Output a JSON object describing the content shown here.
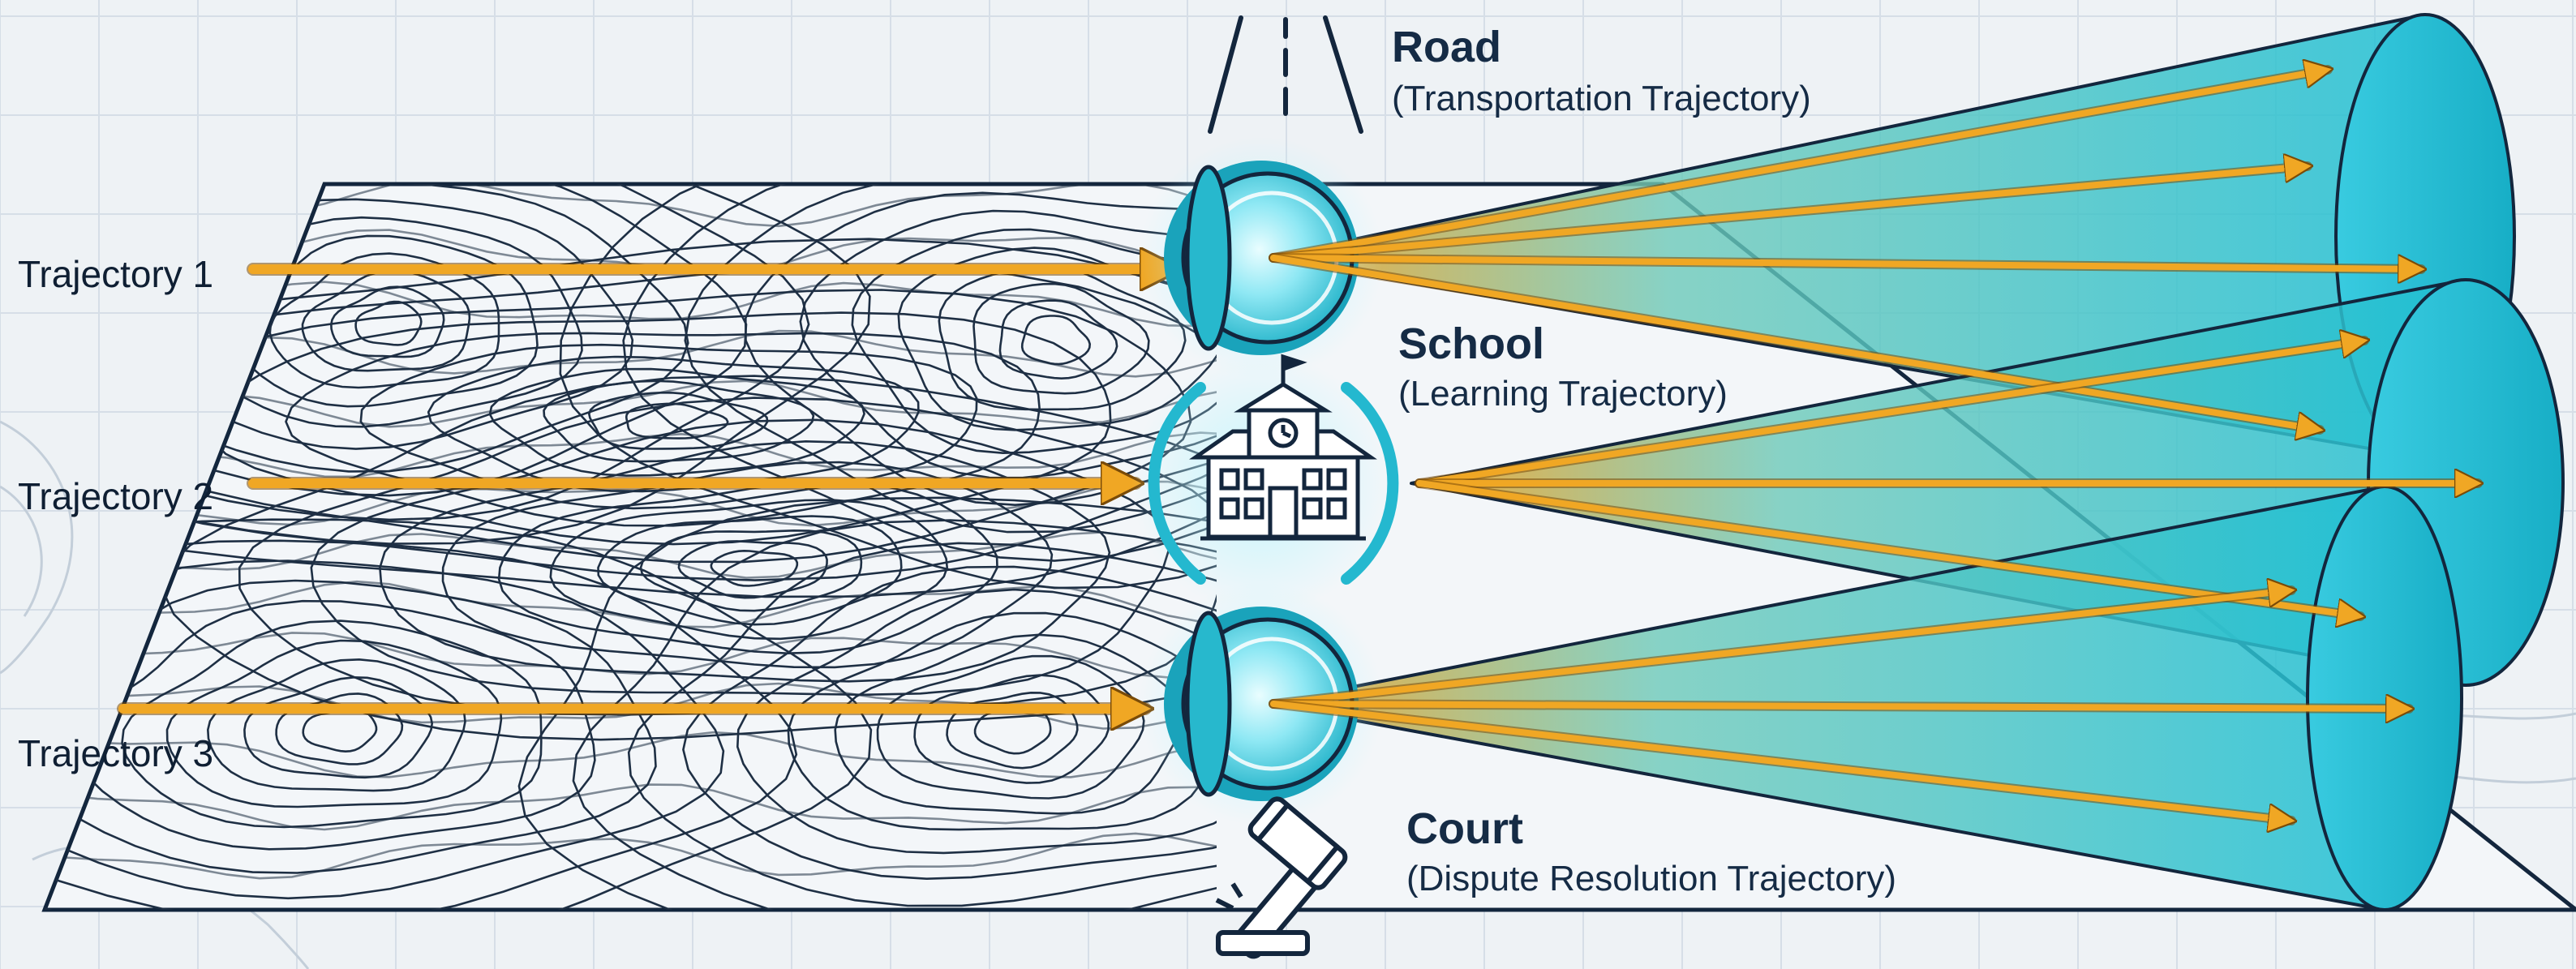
{
  "trajectory_labels": [
    "Trajectory 1",
    "Trajectory 2",
    "Trajectory 3"
  ],
  "nodes": {
    "road": {
      "title": "Road",
      "subtitle": "(Transportation Trajectory)"
    },
    "school": {
      "title": "School",
      "subtitle": "(Learning Trajectory)"
    },
    "court": {
      "title": "Court",
      "subtitle": "(Dispute Resolution Trajectory)"
    }
  },
  "colors": {
    "background": "#eef2f5",
    "grid": "#d4dde6",
    "outline": "#13263d",
    "contour": "#1e2f44",
    "arrow": "#f0a724",
    "cone": "#25c3d6",
    "lens": "#36cde0",
    "lens_glow": "#9ff1fb"
  },
  "icons": [
    "road-icon",
    "school-building-icon",
    "gavel-icon"
  ]
}
